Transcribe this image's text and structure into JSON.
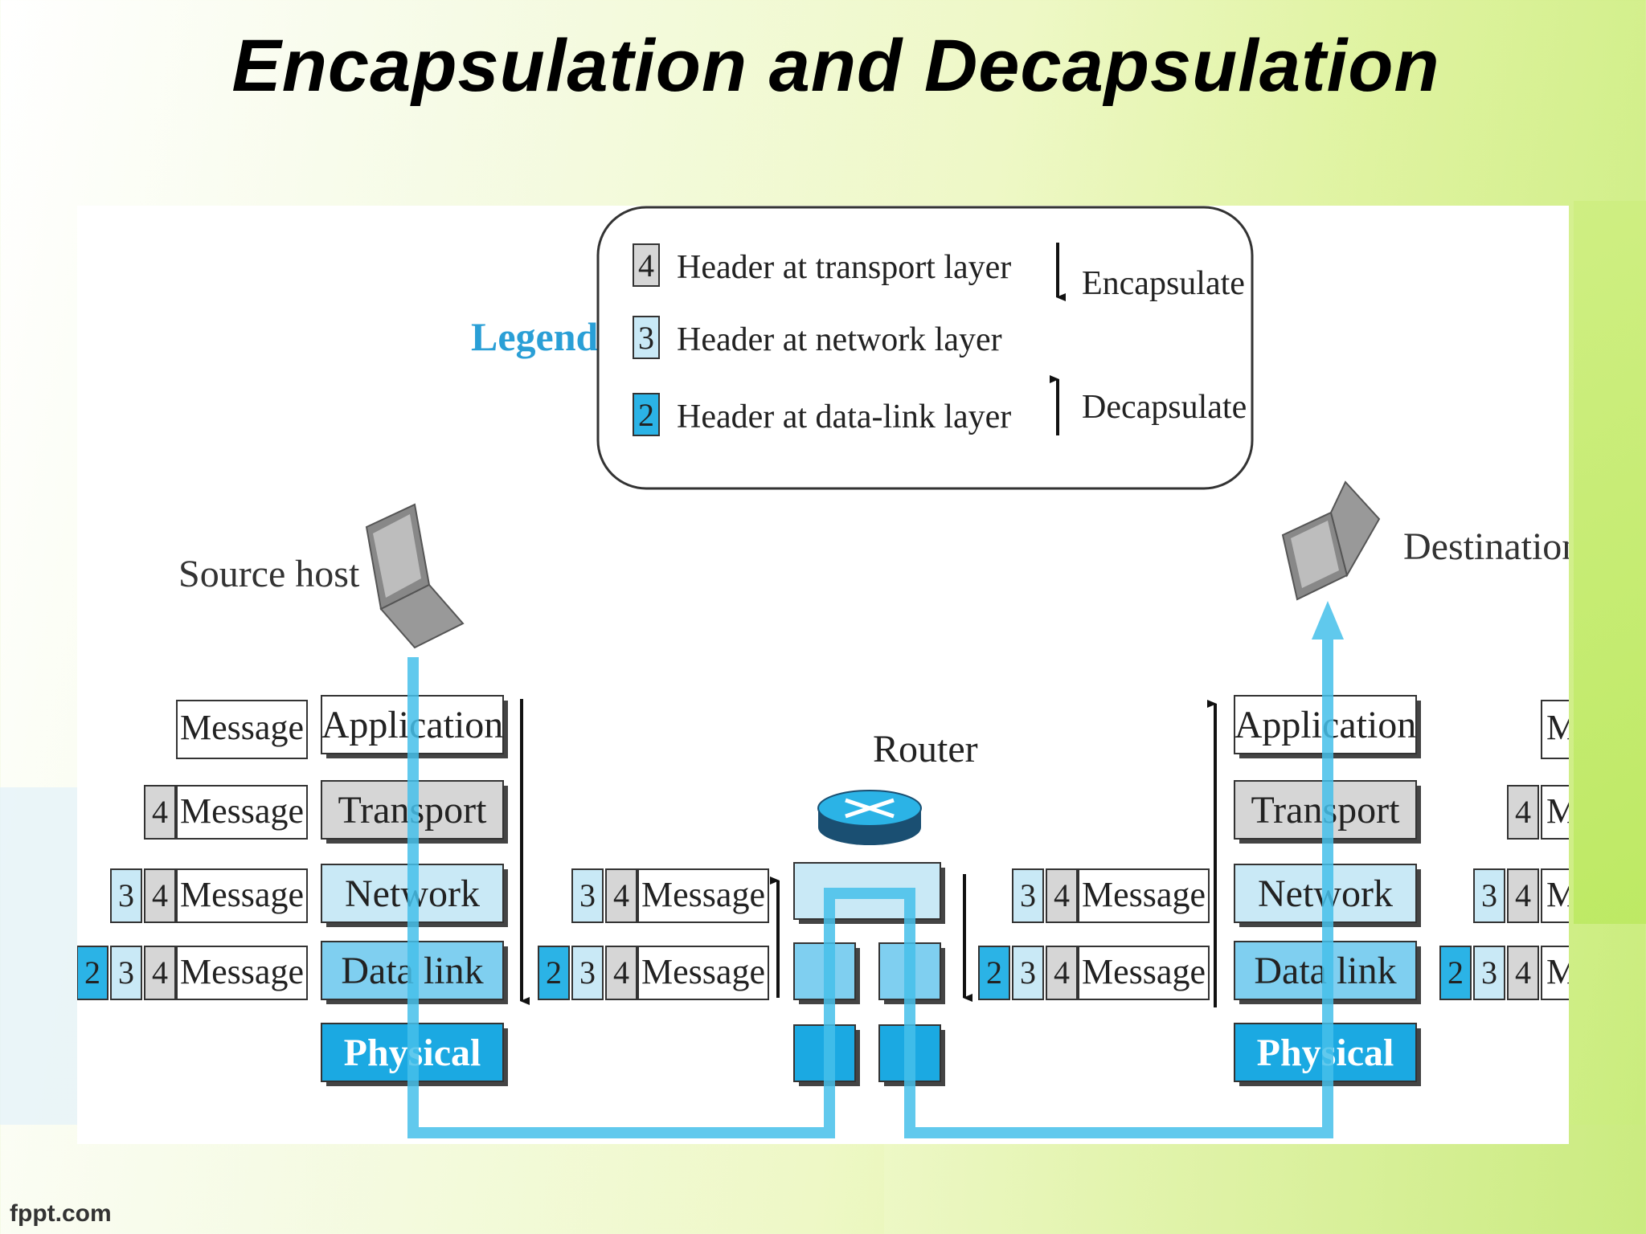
{
  "slide": {
    "title": "Encapsulation and Decapsulation",
    "footer": "fppt.com"
  },
  "legend": {
    "label": "Legend",
    "items": [
      {
        "key": "4",
        "text": "Header at transport layer"
      },
      {
        "key": "3",
        "text": "Header at network layer"
      },
      {
        "key": "2",
        "text": "Header at data-link layer"
      }
    ],
    "encapsulate": "Encapsulate",
    "decapsulate": "Decapsulate"
  },
  "labels": {
    "source": "Source host",
    "destination": "Destination",
    "router": "Router",
    "message": "Message",
    "m": "M"
  },
  "layers": {
    "application": "Application",
    "transport": "Transport",
    "network": "Network",
    "datalink": "Data link",
    "physical": "Physical"
  },
  "headers": {
    "h2": "2",
    "h3": "3",
    "h4": "4"
  },
  "colors": {
    "accent": "#2bb3e6",
    "path": "#45c0ea",
    "light_blue": "#c9e9f6",
    "gray": "#d6d6d6",
    "legend_text": "#2a9fd6"
  }
}
